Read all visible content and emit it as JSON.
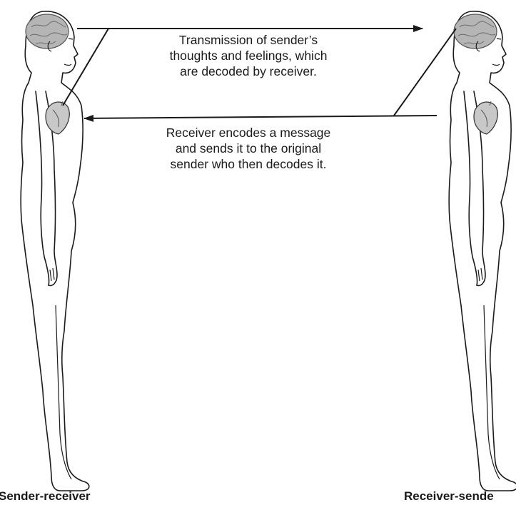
{
  "messages": {
    "forward": [
      "Transmission of sender’s",
      "thoughts and feelings, which",
      "are decoded by receiver."
    ],
    "reply": [
      "Receiver encodes a message",
      "and sends it to the original",
      "sender who then decodes it."
    ]
  },
  "figures": {
    "left": {
      "label": "Sender-receiver"
    },
    "right": {
      "label": "Receiver-sende"
    }
  },
  "colors": {
    "ink": "#1a1a1a",
    "brain": "#9a9a9a",
    "heart": "#8c8c8c"
  }
}
